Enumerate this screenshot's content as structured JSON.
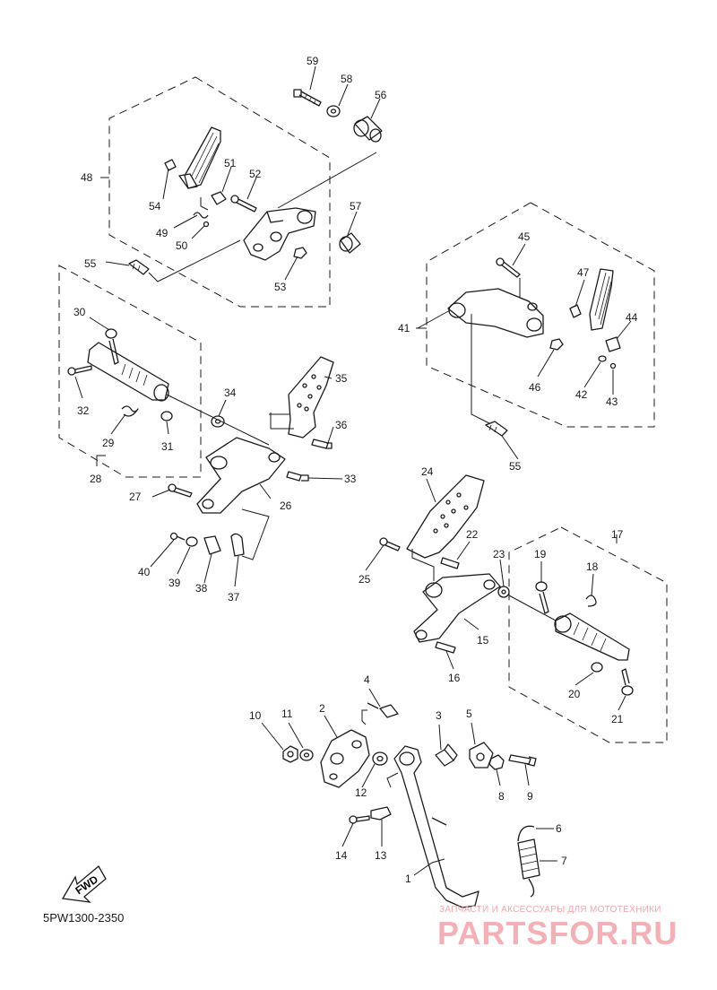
{
  "diagram_code": "5PW1300-2350",
  "fwd_label": "FWD",
  "watermark": {
    "tagline": "ЗАПЧАСТИ И АКСЕССУАРЫ ДЛЯ МОТОТЕХНИКИ",
    "brand": "PARTSFOR.RU"
  },
  "callouts": [
    "1",
    "2",
    "3",
    "4",
    "5",
    "6",
    "7",
    "8",
    "9",
    "10",
    "11",
    "12",
    "13",
    "14",
    "15",
    "16",
    "17",
    "18",
    "19",
    "20",
    "21",
    "22",
    "23",
    "24",
    "25",
    "26",
    "27",
    "28",
    "29",
    "30",
    "31",
    "32",
    "33",
    "34",
    "35",
    "36",
    "37",
    "38",
    "39",
    "40",
    "41",
    "42",
    "43",
    "44",
    "45",
    "46",
    "47",
    "48",
    "49",
    "50",
    "51",
    "52",
    "53",
    "54",
    "55",
    "55",
    "56",
    "57",
    "58",
    "59"
  ]
}
